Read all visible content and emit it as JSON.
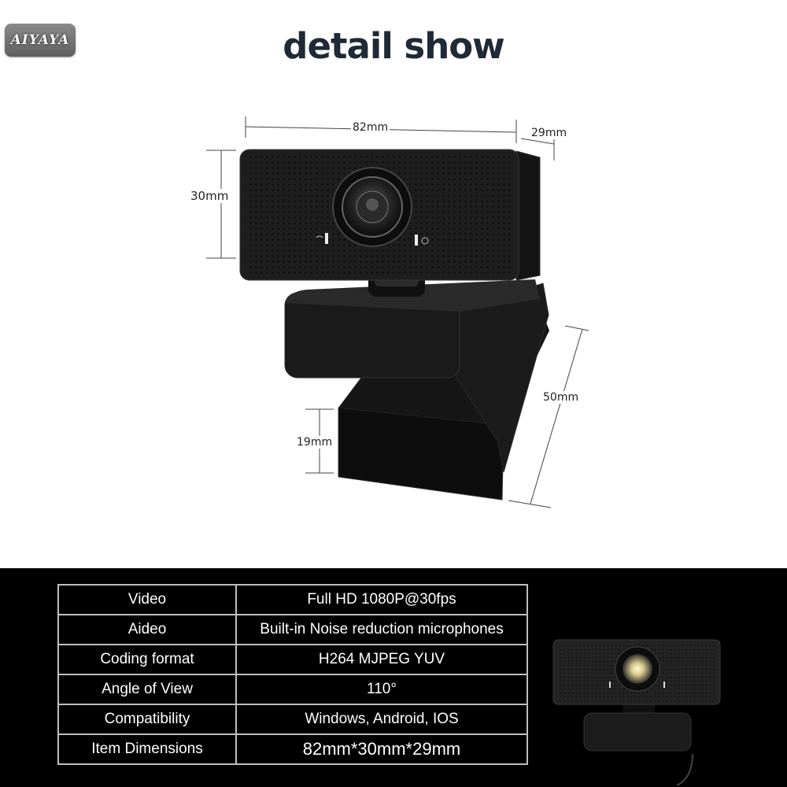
{
  "logo": {
    "text": "AIYAYA"
  },
  "title": "detail show",
  "dimensions": {
    "width": "82mm",
    "depth": "29mm",
    "height": "30mm",
    "clip_height": "50mm",
    "base_height": "19mm"
  },
  "specs": [
    {
      "label": "Video",
      "value": "Full HD 1080P@30fps"
    },
    {
      "label": "Aideo",
      "value": "Built-in Noise reduction microphones"
    },
    {
      "label": "Coding format",
      "value": "H264 MJPEG YUV"
    },
    {
      "label": "Angle of View",
      "value": "110°"
    },
    {
      "label": "Compatibility",
      "value": "Windows, Android, IOS"
    },
    {
      "label": "Item Dimensions",
      "value": "82mm*30mm*29mm"
    }
  ],
  "colors": {
    "title": "#1f2a36",
    "bottom_bg": "#000000",
    "table_border": "#bfbfbf"
  }
}
